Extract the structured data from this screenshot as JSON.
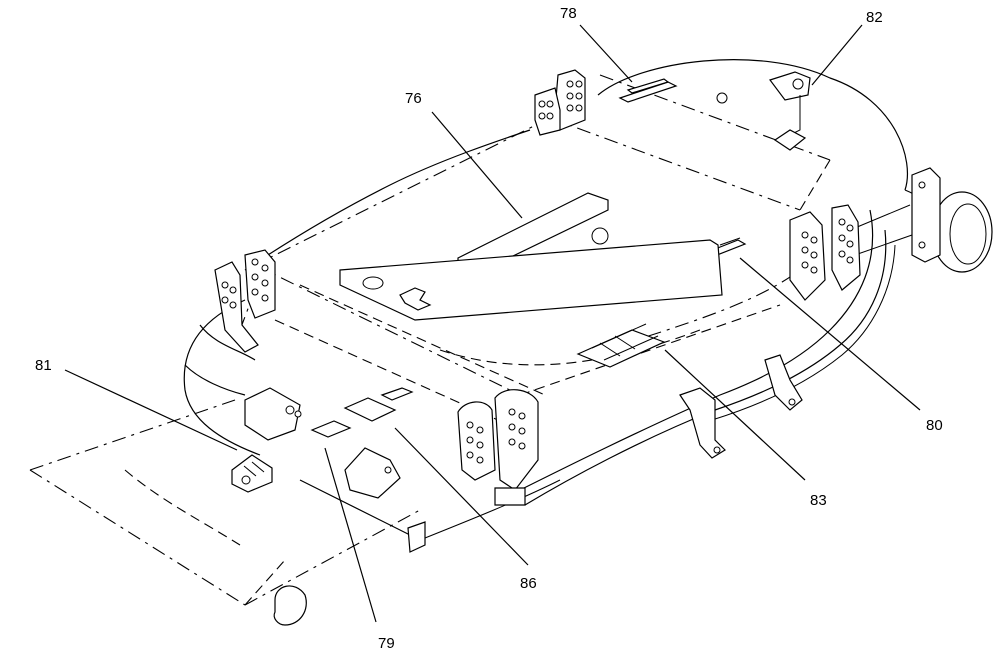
{
  "callouts": {
    "c76": "76",
    "c78": "78",
    "c79": "79",
    "c80": "80",
    "c81": "81",
    "c82": "82",
    "c83": "83",
    "c86": "86"
  }
}
